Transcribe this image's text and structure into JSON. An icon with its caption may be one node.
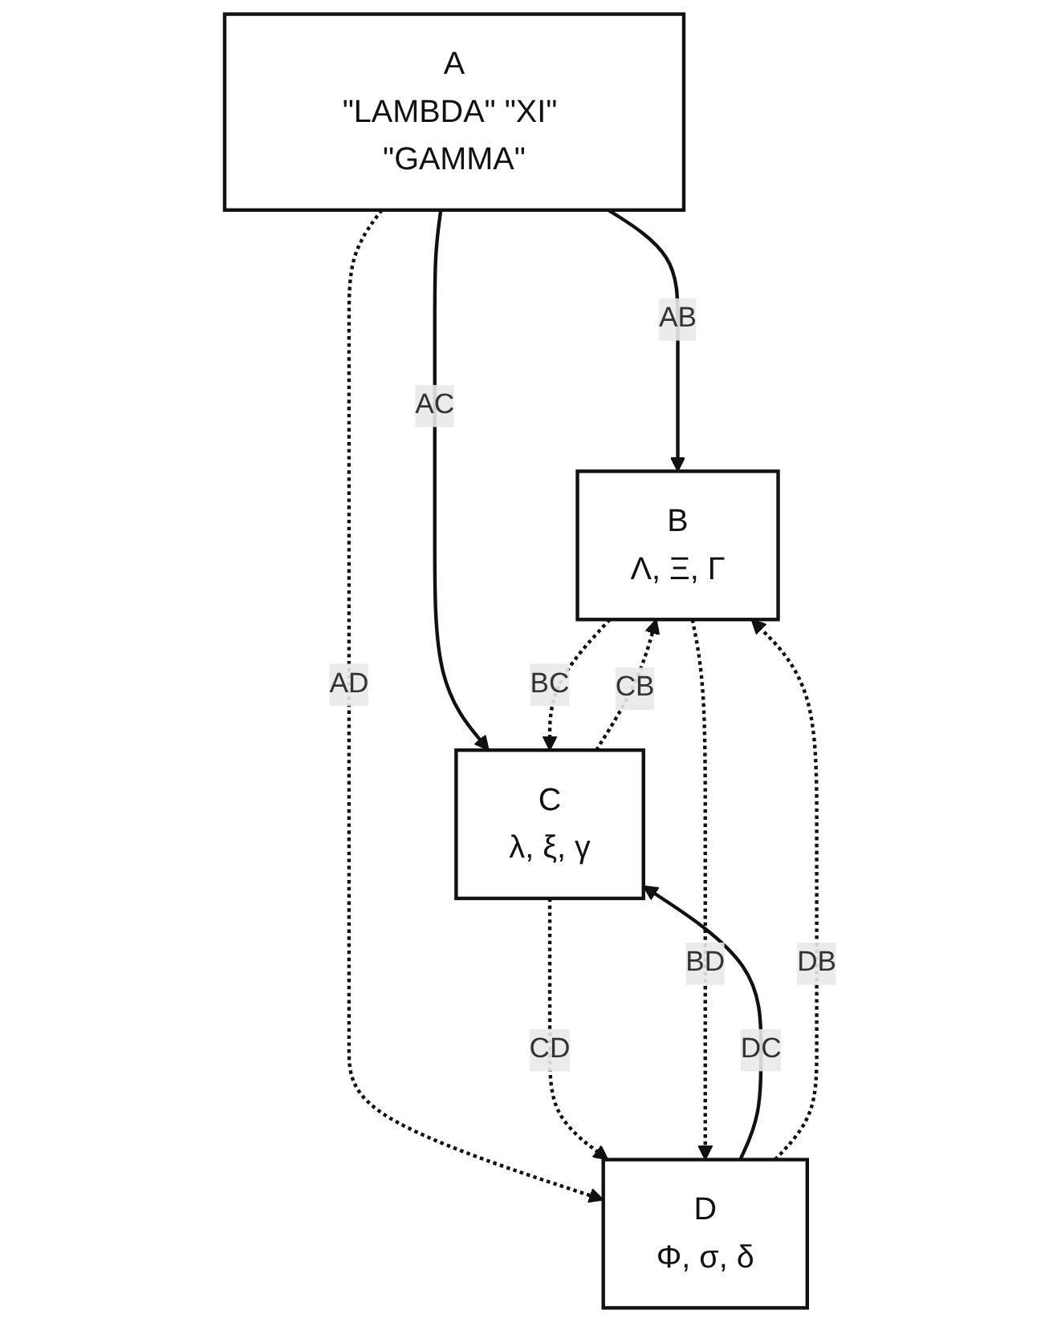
{
  "diagram": {
    "nodes": [
      {
        "text": [
          "A",
          "\"LAMBDA\" \"XI\" \"GAMMA\""
        ]
      },
      {
        "text": [
          "B",
          "Λ, Ξ, Γ"
        ]
      },
      {
        "text": [
          "C",
          "λ, ξ, γ"
        ]
      },
      {
        "text": [
          "D",
          "Φ, σ, δ"
        ]
      }
    ],
    "edges": [
      {
        "from": 0,
        "to": 1,
        "arrow": "to",
        "label": "AB"
      },
      {
        "from": 0,
        "to": 2,
        "arrow": "to",
        "label": "AC"
      },
      {
        "from": 0,
        "to": 3,
        "arrow": "to",
        "label": "AD",
        "style": "dashed"
      },
      {
        "from": 2,
        "to": 1,
        "arrow": "to",
        "label": "CB",
        "style": "dashed"
      },
      {
        "from": 1,
        "to": 2,
        "arrow": "to",
        "label": "BC",
        "style": "dashed"
      },
      {
        "from": 3,
        "to": 2,
        "arrow": "to",
        "label": "DC"
      },
      {
        "from": 2,
        "to": 3,
        "arrow": "to",
        "label": "CD",
        "style": "dashed"
      },
      {
        "from": 3,
        "to": 1,
        "arrow": "to",
        "label": "DB",
        "style": "dashed"
      },
      {
        "from": 1,
        "to": 3,
        "arrow": "to",
        "label": "BD",
        "style": "dashed"
      }
    ]
  }
}
